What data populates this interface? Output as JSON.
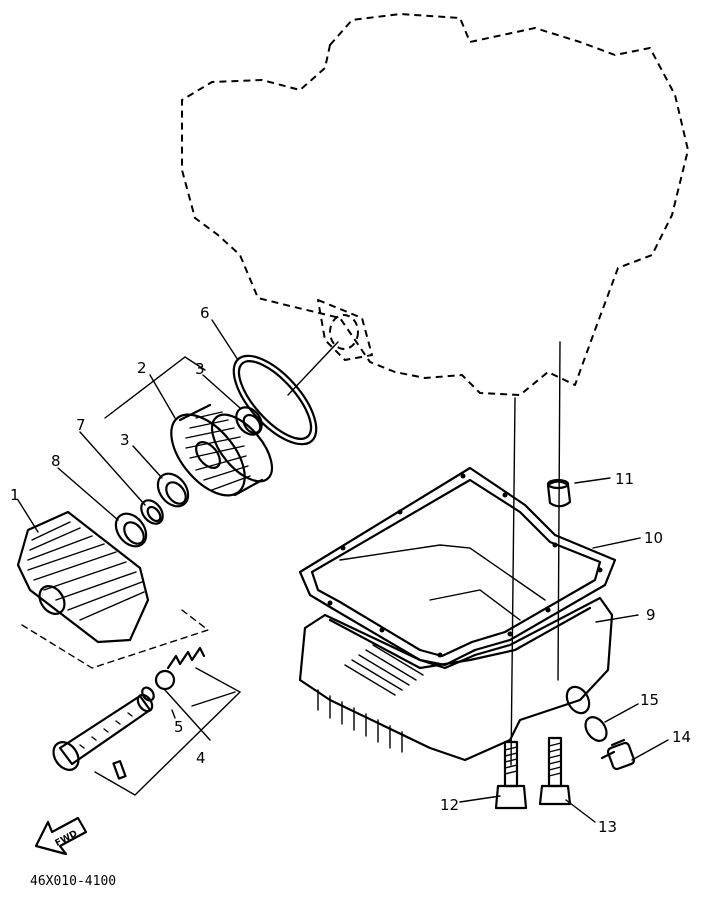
{
  "diagram": {
    "callouts": [
      "1",
      "2",
      "3",
      "3",
      "4",
      "5",
      "6",
      "7",
      "8",
      "9",
      "10",
      "11",
      "12",
      "13",
      "14",
      "15"
    ],
    "fwd_label": "FWD",
    "drawing_code": "46X010-4100",
    "arrow_icon": "fwd-arrow-icon"
  }
}
